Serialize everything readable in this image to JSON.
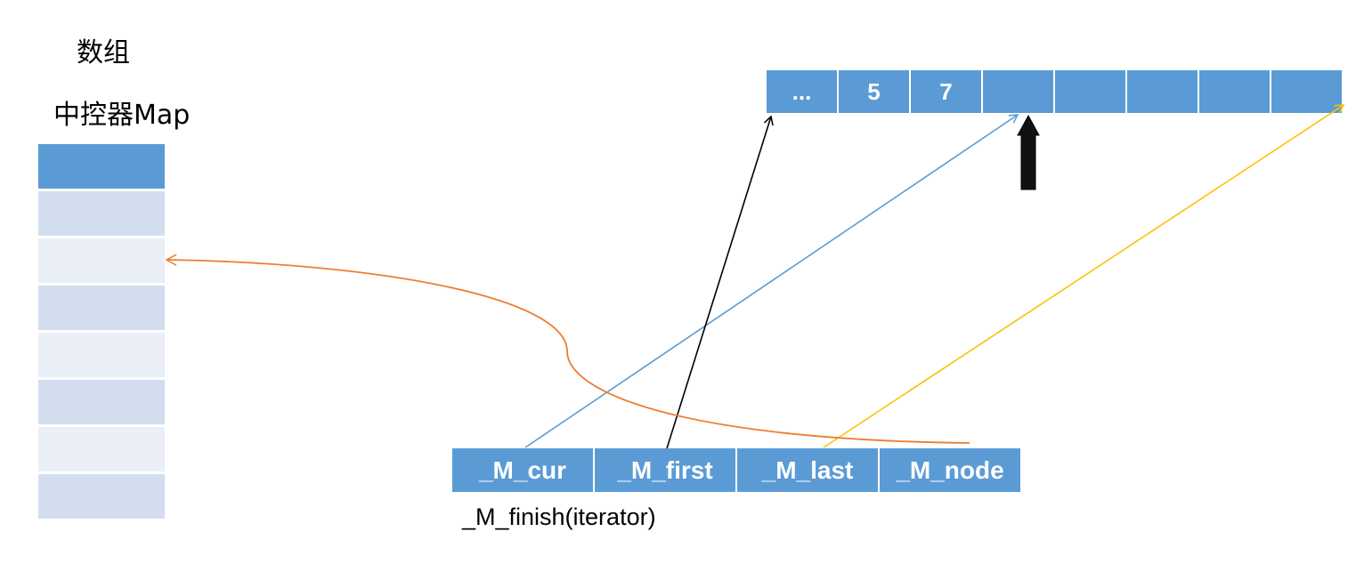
{
  "labels": {
    "array_title": "数组",
    "map_title": "中控器Map",
    "iterator_caption": "_M_finish(iterator)"
  },
  "map": {
    "cell_count": 8,
    "highlight_index": 0
  },
  "array": {
    "cells": [
      "...",
      "5",
      "7",
      "",
      "",
      "",
      "",
      ""
    ]
  },
  "iterator": {
    "fields": [
      "_M_cur",
      "_M_first",
      "_M_last",
      "_M_node"
    ]
  },
  "colors": {
    "cell_blue": "#5b9bd5",
    "map_shade_dark": "#d2deef",
    "map_shade_light": "#eaeff7",
    "cur_arrow": "#5b9bd5",
    "first_arrow": "#000000",
    "last_arrow": "#ffc000",
    "node_arrow": "#ed7d31"
  }
}
